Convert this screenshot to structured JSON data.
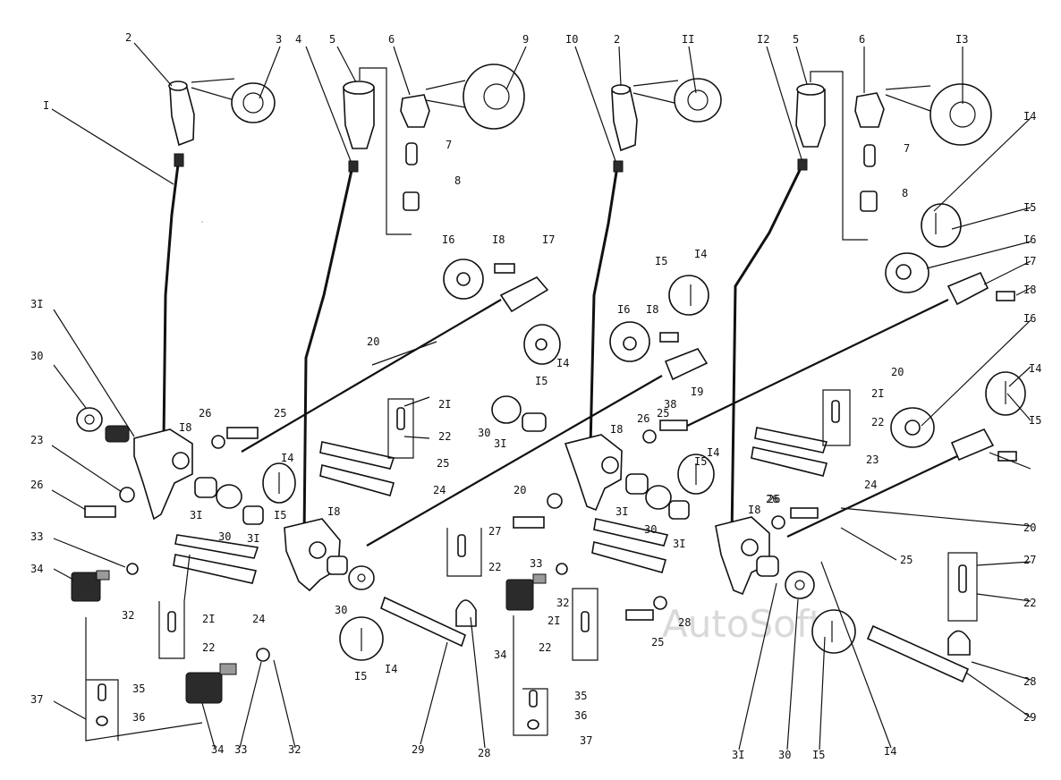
{
  "watermark": "AutoSoft",
  "labels": [
    {
      "id": "l-2a",
      "text": "2"
    },
    {
      "id": "l-3",
      "text": "3"
    },
    {
      "id": "l-4",
      "text": "4"
    },
    {
      "id": "l-5a",
      "text": "5"
    },
    {
      "id": "l-6a",
      "text": "6"
    },
    {
      "id": "l-9",
      "text": "9"
    },
    {
      "id": "l-10",
      "text": "I0"
    },
    {
      "id": "l-2b",
      "text": "2"
    },
    {
      "id": "l-11",
      "text": "II"
    },
    {
      "id": "l-12",
      "text": "I2"
    },
    {
      "id": "l-5b",
      "text": "5"
    },
    {
      "id": "l-6b",
      "text": "6"
    },
    {
      "id": "l-13",
      "text": "I3"
    },
    {
      "id": "l-1",
      "text": "I"
    },
    {
      "id": "l-7a",
      "text": "7"
    },
    {
      "id": "l-8a",
      "text": "8"
    },
    {
      "id": "l-7b",
      "text": "7"
    },
    {
      "id": "l-8b",
      "text": "8"
    },
    {
      "id": "l-14a",
      "text": "I4"
    },
    {
      "id": "l-15a",
      "text": "I5"
    },
    {
      "id": "l-16a",
      "text": "I6"
    },
    {
      "id": "l-17a",
      "text": "I7"
    },
    {
      "id": "l-18a",
      "text": "I8"
    },
    {
      "id": "l-16b",
      "text": "I6"
    },
    {
      "id": "l-18b",
      "text": "I8"
    },
    {
      "id": "l-17b",
      "text": "I7"
    },
    {
      "id": "l-15b",
      "text": "I5"
    },
    {
      "id": "l-14b",
      "text": "I4"
    },
    {
      "id": "l-31a",
      "text": "3I"
    },
    {
      "id": "l-14c",
      "text": "I4"
    },
    {
      "id": "l-15c",
      "text": "I5"
    },
    {
      "id": "l-16c",
      "text": "I6"
    },
    {
      "id": "l-18c",
      "text": "I8"
    },
    {
      "id": "l-20a",
      "text": "20"
    },
    {
      "id": "l-20b",
      "text": "20"
    },
    {
      "id": "l-30a",
      "text": "30"
    },
    {
      "id": "l-16d",
      "text": "I6"
    },
    {
      "id": "l-19",
      "text": "I9"
    },
    {
      "id": "l-38",
      "text": "38"
    },
    {
      "id": "l-14d",
      "text": "I4"
    },
    {
      "id": "l-15d",
      "text": "I5"
    },
    {
      "id": "l-26a",
      "text": "26"
    },
    {
      "id": "l-25a",
      "text": "25"
    },
    {
      "id": "l-21a",
      "text": "2I"
    },
    {
      "id": "l-22a",
      "text": "22"
    },
    {
      "id": "l-18d",
      "text": "I8"
    },
    {
      "id": "l-26b",
      "text": "26"
    },
    {
      "id": "l-25b",
      "text": "25"
    },
    {
      "id": "l-30b",
      "text": "30"
    },
    {
      "id": "l-31b",
      "text": "3I"
    },
    {
      "id": "l-21b",
      "text": "2I"
    },
    {
      "id": "l-22b",
      "text": "22"
    },
    {
      "id": "l-23a",
      "text": "23"
    },
    {
      "id": "l-26c",
      "text": "26"
    },
    {
      "id": "l-25c",
      "text": "25"
    },
    {
      "id": "l-23b",
      "text": "23"
    },
    {
      "id": "l-24a",
      "text": "24"
    },
    {
      "id": "l-20c",
      "text": "20"
    },
    {
      "id": "l-24b",
      "text": "24"
    },
    {
      "id": "l-18e",
      "text": "I8"
    },
    {
      "id": "l-14e",
      "text": "I4"
    },
    {
      "id": "l-15e",
      "text": "I5"
    },
    {
      "id": "l-26d",
      "text": "26"
    },
    {
      "id": "l-31c",
      "text": "3I"
    },
    {
      "id": "l-30c",
      "text": "30"
    },
    {
      "id": "l-31d",
      "text": "3I"
    },
    {
      "id": "l-31e",
      "text": "3I"
    },
    {
      "id": "l-30d",
      "text": "30"
    },
    {
      "id": "l-31f",
      "text": "3I"
    },
    {
      "id": "l-18f",
      "text": "I8"
    },
    {
      "id": "l-14f",
      "text": "I4"
    },
    {
      "id": "l-15f",
      "text": "I5"
    },
    {
      "id": "l-18g",
      "text": "I8"
    },
    {
      "id": "l-26e",
      "text": "26"
    },
    {
      "id": "l-20d",
      "text": "20"
    },
    {
      "id": "l-25d",
      "text": "25"
    },
    {
      "id": "l-33a",
      "text": "33"
    },
    {
      "id": "l-34a",
      "text": "34"
    },
    {
      "id": "l-32a",
      "text": "32"
    },
    {
      "id": "l-27a",
      "text": "27"
    },
    {
      "id": "l-22c",
      "text": "22"
    },
    {
      "id": "l-33b",
      "text": "33"
    },
    {
      "id": "l-32b",
      "text": "32"
    },
    {
      "id": "l-34b",
      "text": "34"
    },
    {
      "id": "l-21c",
      "text": "2I"
    },
    {
      "id": "l-22d",
      "text": "22"
    },
    {
      "id": "l-28a",
      "text": "28"
    },
    {
      "id": "l-25e",
      "text": "25"
    },
    {
      "id": "l-27b",
      "text": "27"
    },
    {
      "id": "l-22e",
      "text": "22"
    },
    {
      "id": "l-21d",
      "text": "2I"
    },
    {
      "id": "l-22f",
      "text": "22"
    },
    {
      "id": "l-24c",
      "text": "24"
    },
    {
      "id": "l-30e",
      "text": "30"
    },
    {
      "id": "l-15g",
      "text": "I5"
    },
    {
      "id": "l-14g",
      "text": "I4"
    },
    {
      "id": "l-35a",
      "text": "35"
    },
    {
      "id": "l-36a",
      "text": "36"
    },
    {
      "id": "l-37a",
      "text": "37"
    },
    {
      "id": "l-34c",
      "text": "34"
    },
    {
      "id": "l-33c",
      "text": "33"
    },
    {
      "id": "l-32c",
      "text": "32"
    },
    {
      "id": "l-29a",
      "text": "29"
    },
    {
      "id": "l-28b",
      "text": "28"
    },
    {
      "id": "l-35b",
      "text": "35"
    },
    {
      "id": "l-36b",
      "text": "36"
    },
    {
      "id": "l-37b",
      "text": "37"
    },
    {
      "id": "l-28c",
      "text": "28"
    },
    {
      "id": "l-29b",
      "text": "29"
    },
    {
      "id": "l-31g",
      "text": "3I"
    },
    {
      "id": "l-30f",
      "text": "30"
    },
    {
      "id": "l-15h",
      "text": "I5"
    },
    {
      "id": "l-14h",
      "text": "I4"
    }
  ]
}
